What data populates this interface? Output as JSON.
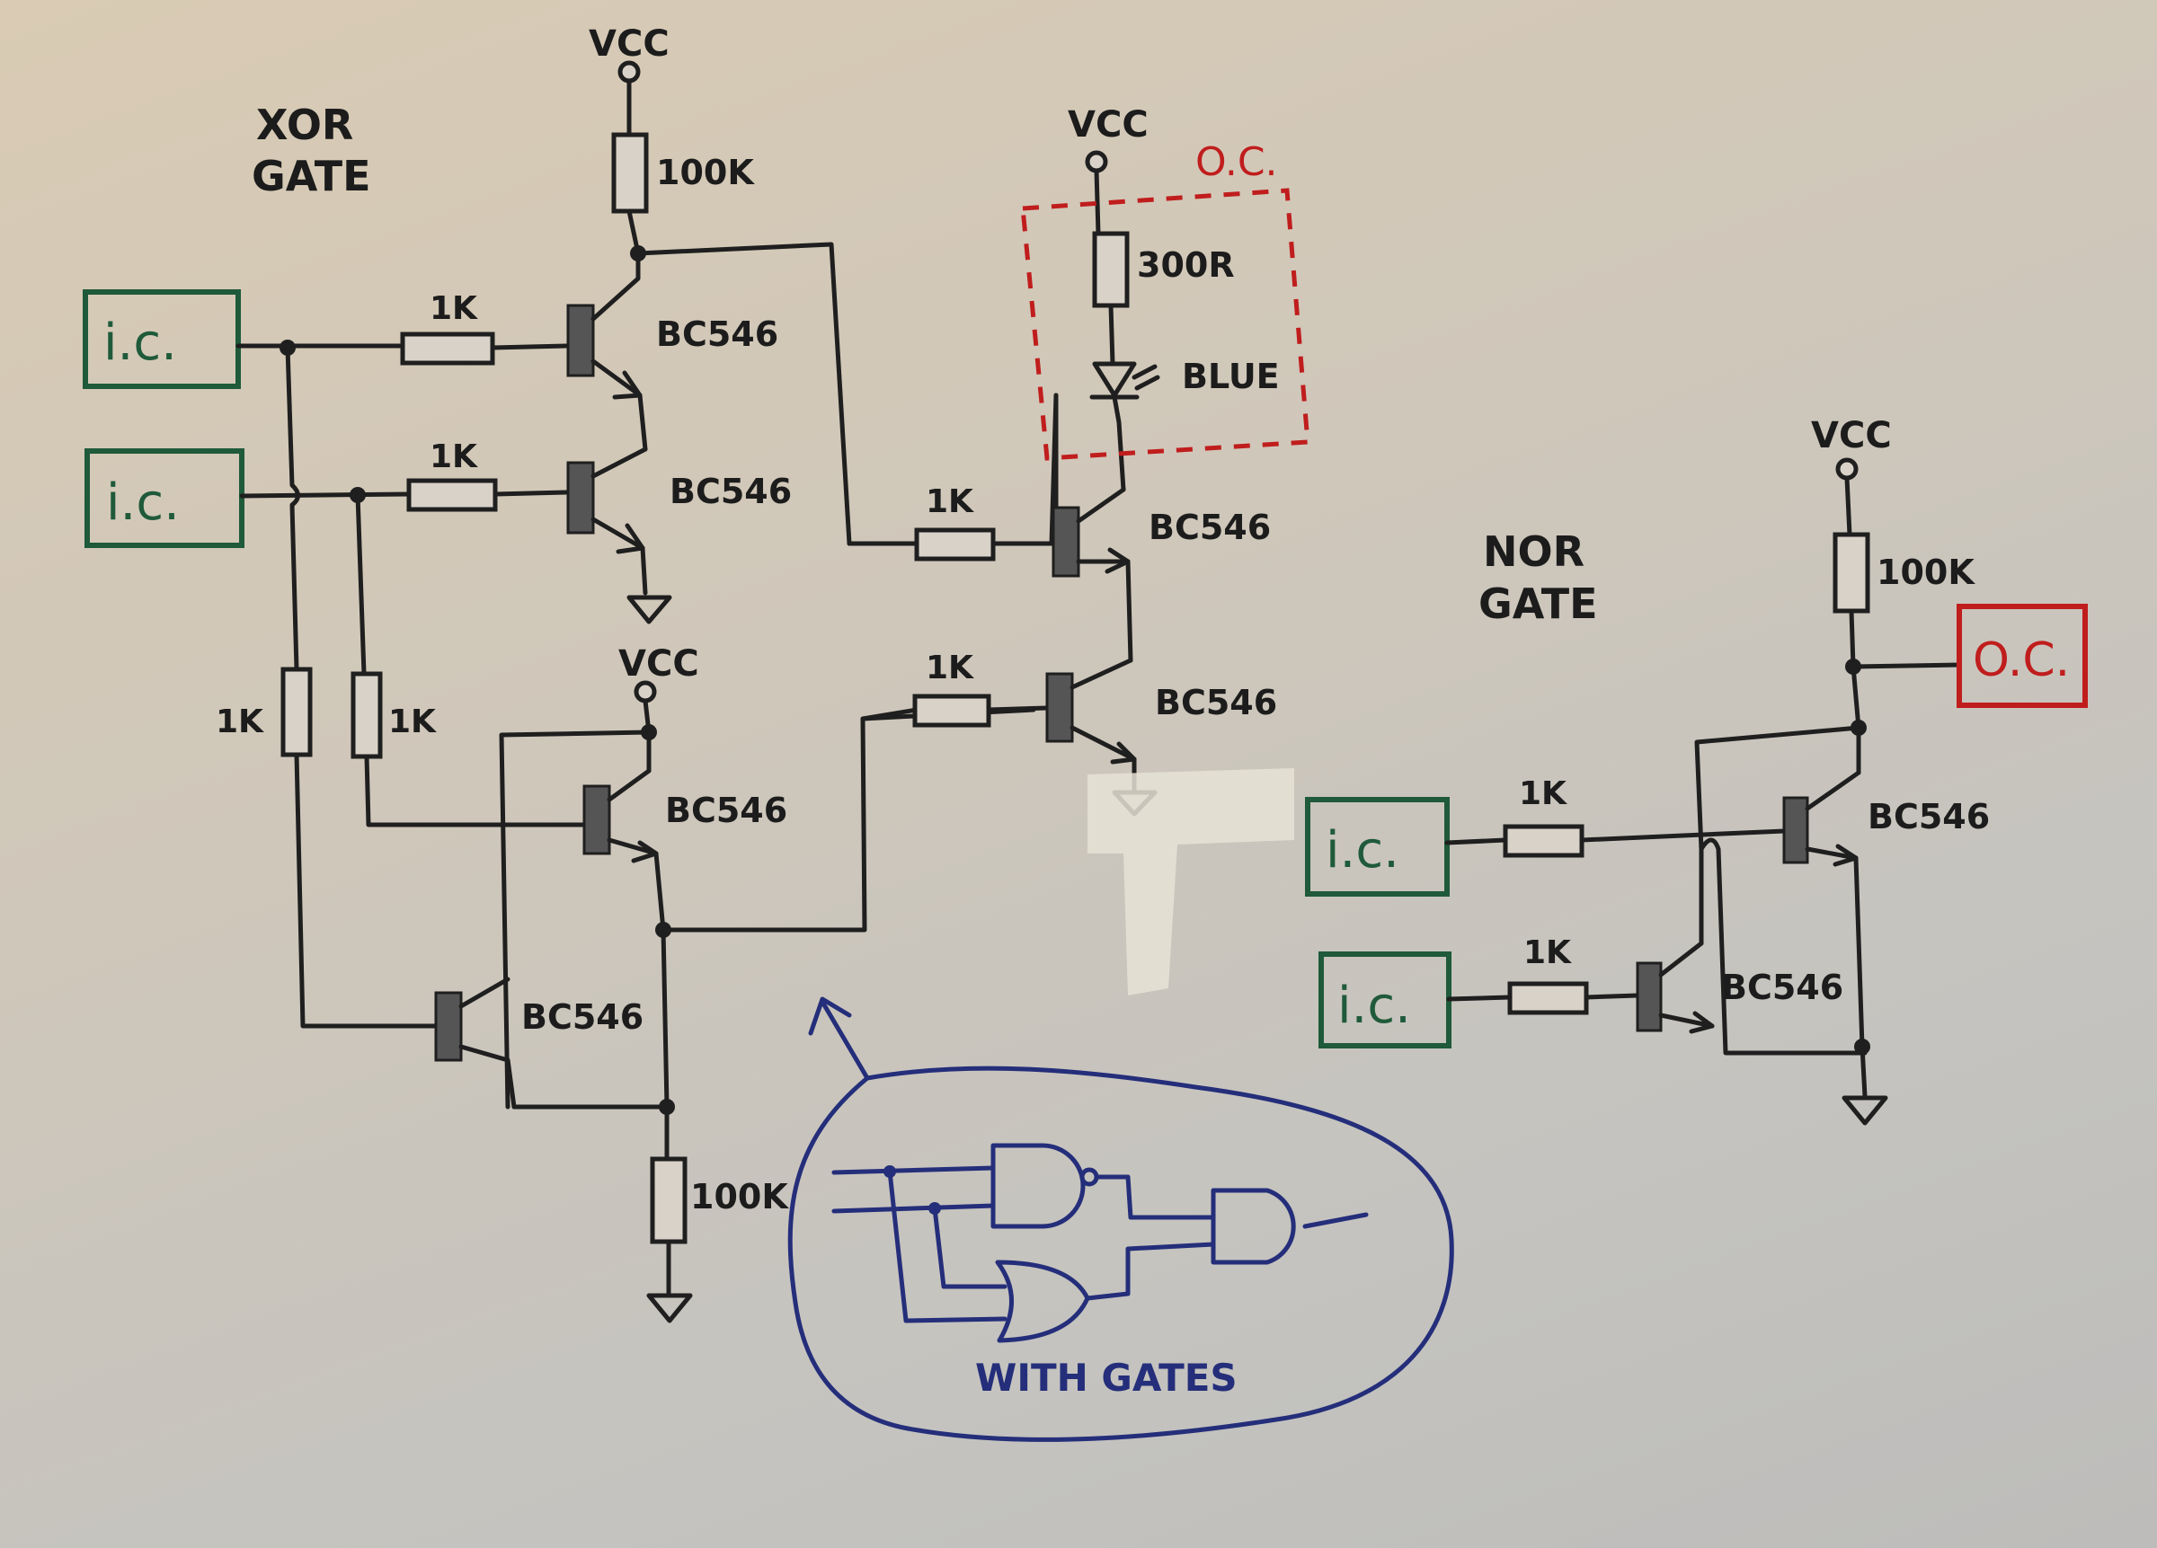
{
  "diagram": {
    "xor_title_line1": "XOR",
    "xor_title_line2": "GATE",
    "nor_title_line1": "NOR",
    "nor_title_line2": "GATE",
    "vcc": "VCC",
    "input_label": "i.c.",
    "output_label": "O.C.",
    "resistor_100k": "100K",
    "resistor_1k": "1K",
    "resistor_300r": "300R",
    "led_label": "BLUE",
    "transistor": "BC546",
    "gates_note": "WITH GATES"
  },
  "colors": {
    "ink": "#1f1f1f",
    "input_box": "#1f5a3a",
    "output_box": "#c01d1d",
    "gates_sketch": "#242e7a",
    "paper": "#cfc7ba"
  }
}
